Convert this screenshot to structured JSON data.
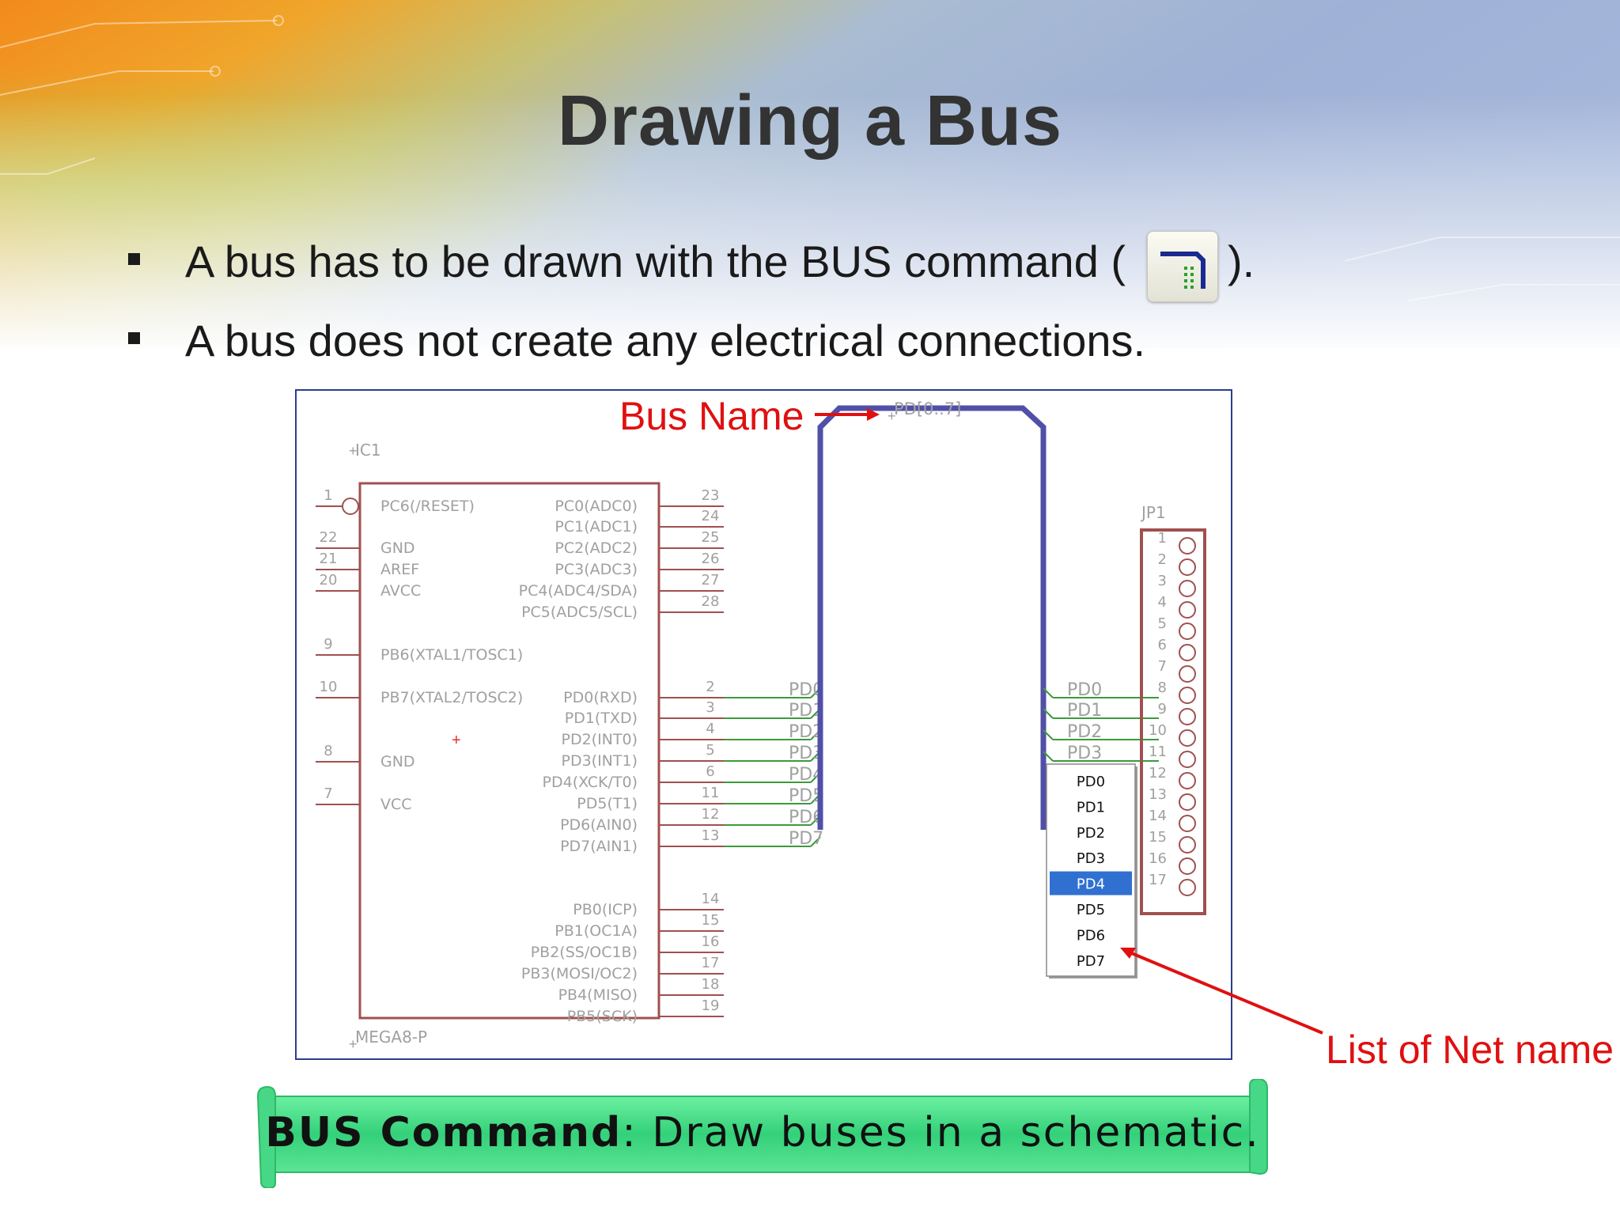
{
  "slide": {
    "title": "Drawing a Bus",
    "bullets": [
      "A bus has to be drawn with the BUS command (",
      "A bus does not create any electrical connections."
    ],
    "bullet1_suffix": ").",
    "icon": "bus-command-icon"
  },
  "schematic": {
    "bus_name": "PD[0..7]",
    "ic_name": "IC1",
    "ic_value": "MEGA8-P",
    "connector_name": "JP1",
    "left_pins": [
      {
        "num": "1",
        "label": "PC6(/RESET)"
      },
      {
        "num": "22",
        "label": "GND"
      },
      {
        "num": "21",
        "label": "AREF"
      },
      {
        "num": "20",
        "label": "AVCC"
      },
      {
        "num": "9",
        "label": "PB6(XTAL1/TOSC1)"
      },
      {
        "num": "10",
        "label": "PB7(XTAL2/TOSC2)"
      },
      {
        "num": "8",
        "label": "GND"
      },
      {
        "num": "7",
        "label": "VCC"
      }
    ],
    "right_pins": [
      {
        "num": "23",
        "label": "PC0(ADC0)"
      },
      {
        "num": "24",
        "label": "PC1(ADC1)"
      },
      {
        "num": "25",
        "label": "PC2(ADC2)"
      },
      {
        "num": "26",
        "label": "PC3(ADC3)"
      },
      {
        "num": "27",
        "label": "PC4(ADC4/SDA)"
      },
      {
        "num": "28",
        "label": "PC5(ADC5/SCL)"
      },
      {
        "num": "2",
        "label": "PD0(RXD)"
      },
      {
        "num": "3",
        "label": "PD1(TXD)"
      },
      {
        "num": "4",
        "label": "PD2(INT0)"
      },
      {
        "num": "5",
        "label": "PD3(INT1)"
      },
      {
        "num": "6",
        "label": "PD4(XCK/T0)"
      },
      {
        "num": "11",
        "label": "PD5(T1)"
      },
      {
        "num": "12",
        "label": "PD6(AIN0)"
      },
      {
        "num": "13",
        "label": "PD7(AIN1)"
      },
      {
        "num": "14",
        "label": "PB0(ICP)"
      },
      {
        "num": "15",
        "label": "PB1(OC1A)"
      },
      {
        "num": "16",
        "label": "PB2(SS/OC1B)"
      },
      {
        "num": "17",
        "label": "PB3(MOSI/OC2)"
      },
      {
        "num": "18",
        "label": "PB4(MISO)"
      },
      {
        "num": "19",
        "label": "PB5(SCK)"
      }
    ],
    "left_nets": [
      "PD0",
      "PD1",
      "PD2",
      "PD3",
      "PD4",
      "PD5",
      "PD6",
      "PD7"
    ],
    "right_nets": [
      "PD0",
      "PD1",
      "PD2",
      "PD3"
    ],
    "connector_pins": [
      "1",
      "2",
      "3",
      "4",
      "5",
      "6",
      "7",
      "8",
      "9",
      "10",
      "11",
      "12",
      "13",
      "14",
      "15",
      "16",
      "17"
    ],
    "net_list": {
      "items": [
        "PD0",
        "PD1",
        "PD2",
        "PD3",
        "PD4",
        "PD5",
        "PD6",
        "PD7"
      ],
      "selected": "PD4"
    },
    "colors": {
      "bus": "#5050a8",
      "wire": "#3c9a3c",
      "symbol": "#a05050",
      "text": "#a0a0a0",
      "selection": "#3070d0"
    }
  },
  "callouts": {
    "bus_name": "Bus Name",
    "list_of_net_names": "List of Net name"
  },
  "note": {
    "command": "BUS Command",
    "separator": ":",
    "description": "Draw buses in a schematic."
  }
}
